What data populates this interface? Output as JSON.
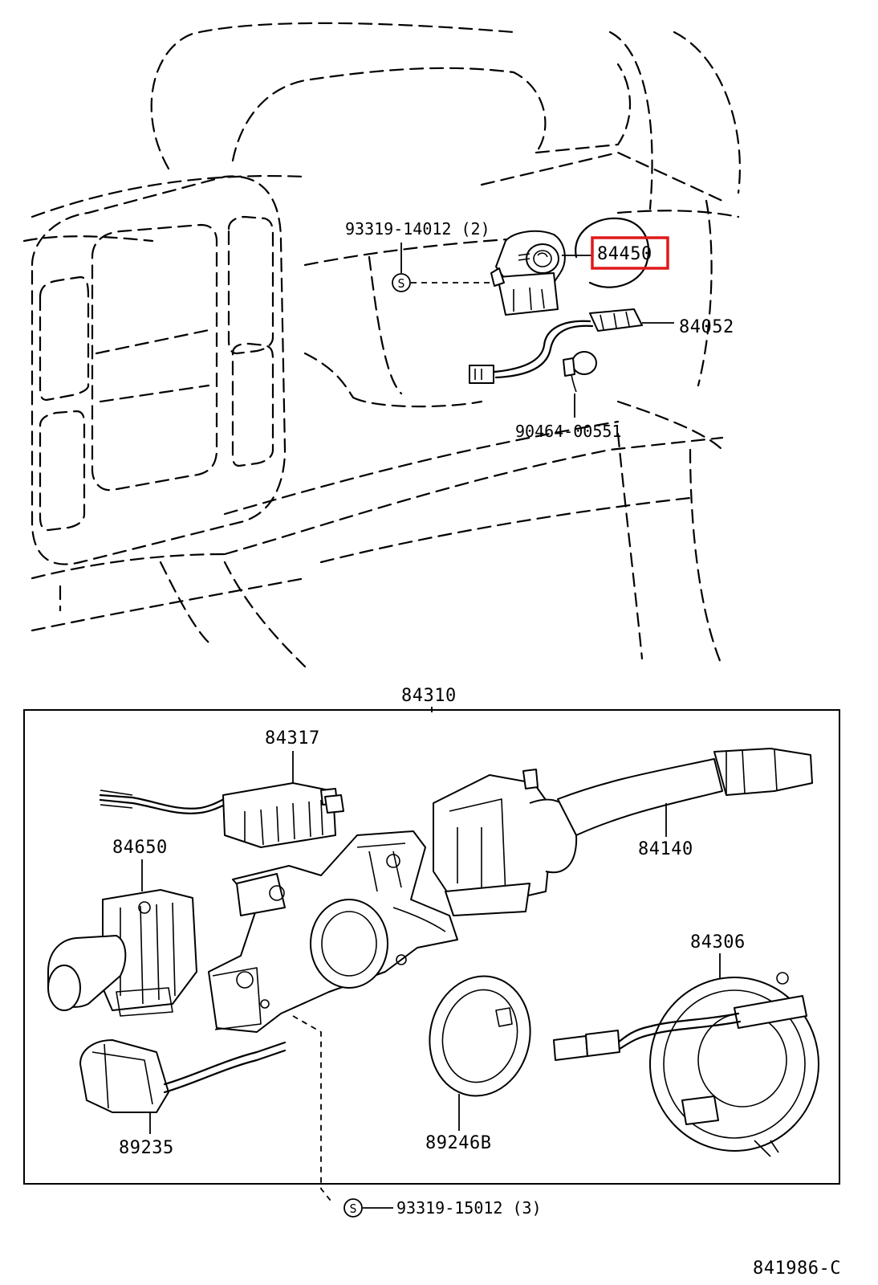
{
  "callouts": {
    "screw_upper": "93319-14012 (2)",
    "ignition_switch": "84450",
    "wire_harness": "84052",
    "clamp": "90464-00551",
    "combination_switch_assy": "84310",
    "switch_body": "84317",
    "light_switch": "84650",
    "wiper_switch": "84140",
    "spiral_cable": "84306",
    "cruise_switch": "89235",
    "sensor_ring": "89246B",
    "screw_lower": "93319-15012 (3)"
  },
  "screw_symbol": "S",
  "illustration_number": "841986-C",
  "highlight_color": "#e0191b"
}
